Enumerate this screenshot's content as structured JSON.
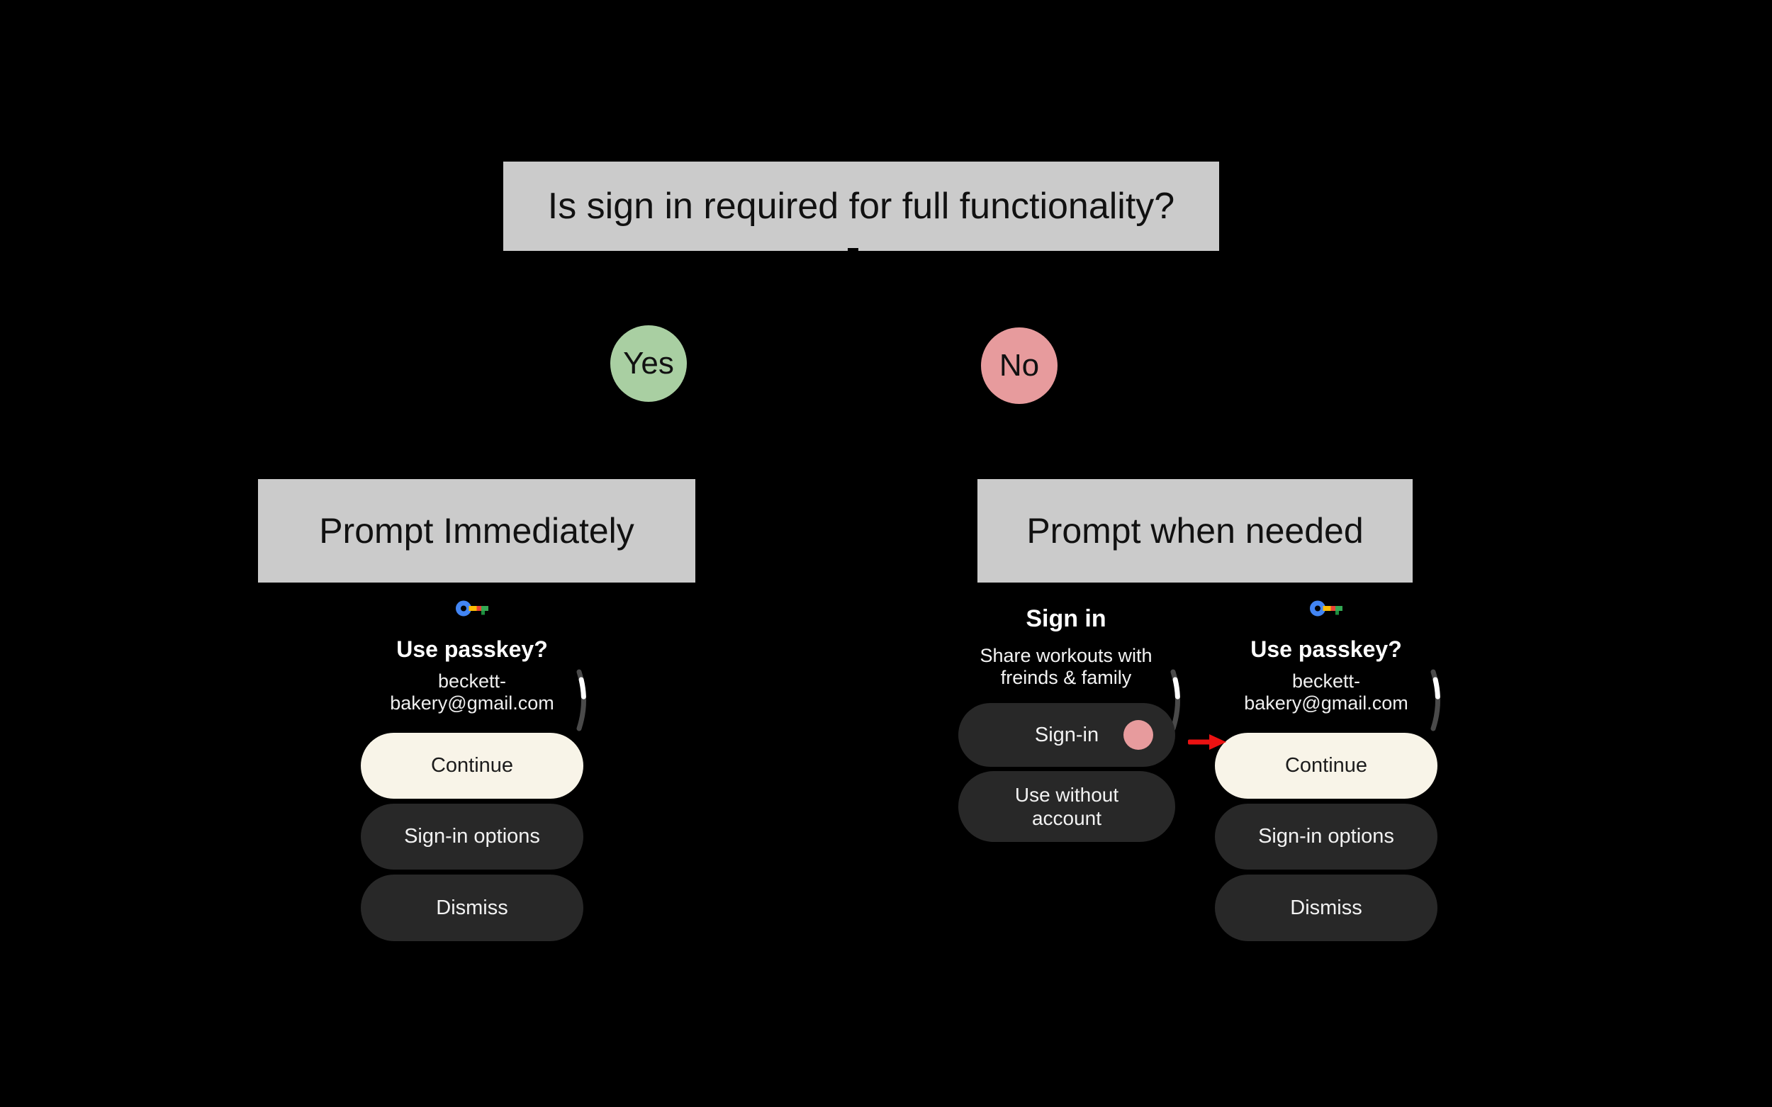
{
  "title": {
    "text": "Is sign in required for full functionality?"
  },
  "branches": {
    "yes": {
      "label": "Yes",
      "heading": "Prompt Immediately"
    },
    "no": {
      "label": "No",
      "heading": "Prompt when needed"
    }
  },
  "watch_passkey": {
    "icon": "google-passkey-key-icon",
    "title": "Use passkey?",
    "email_line1": "beckett-",
    "email_line2": "bakery@gmail.com",
    "buttons": {
      "continue": "Continue",
      "signin_options": "Sign-in options",
      "dismiss": "Dismiss"
    }
  },
  "watch_signin": {
    "title": "Sign in",
    "subtitle_line1": "Share workouts with",
    "subtitle_line2": "freinds & family",
    "buttons": {
      "signin": "Sign-in",
      "use_without_line1": "Use without",
      "use_without_line2": "account"
    }
  },
  "icons": {
    "passkey": "passkey-key-icon",
    "scroll": "scroll-indicator-arc",
    "tap": "tap-indicator-dot",
    "arrow": "red-flow-arrow"
  },
  "colors": {
    "bg": "#000000",
    "box_gray": "#CBCBCB",
    "box_text": "#111111",
    "yes_green": "#A9CFA2",
    "no_pink": "#E79B9D",
    "btn_dark": "#282828",
    "btn_dark_text": "#F2F2F2",
    "btn_cream": "#F8F4E8",
    "btn_cream_text": "#1C1C1C",
    "email_text": "#EFEFEF",
    "arrow_red": "#EC1212",
    "arc_gray": "#4A4A4A",
    "arc_white": "#FDFDFD",
    "key_blue": "#4285F4",
    "key_yellow": "#FBBC04",
    "key_red": "#EA4335",
    "key_green": "#34A853",
    "key_green_dark": "#1E8E3E"
  }
}
